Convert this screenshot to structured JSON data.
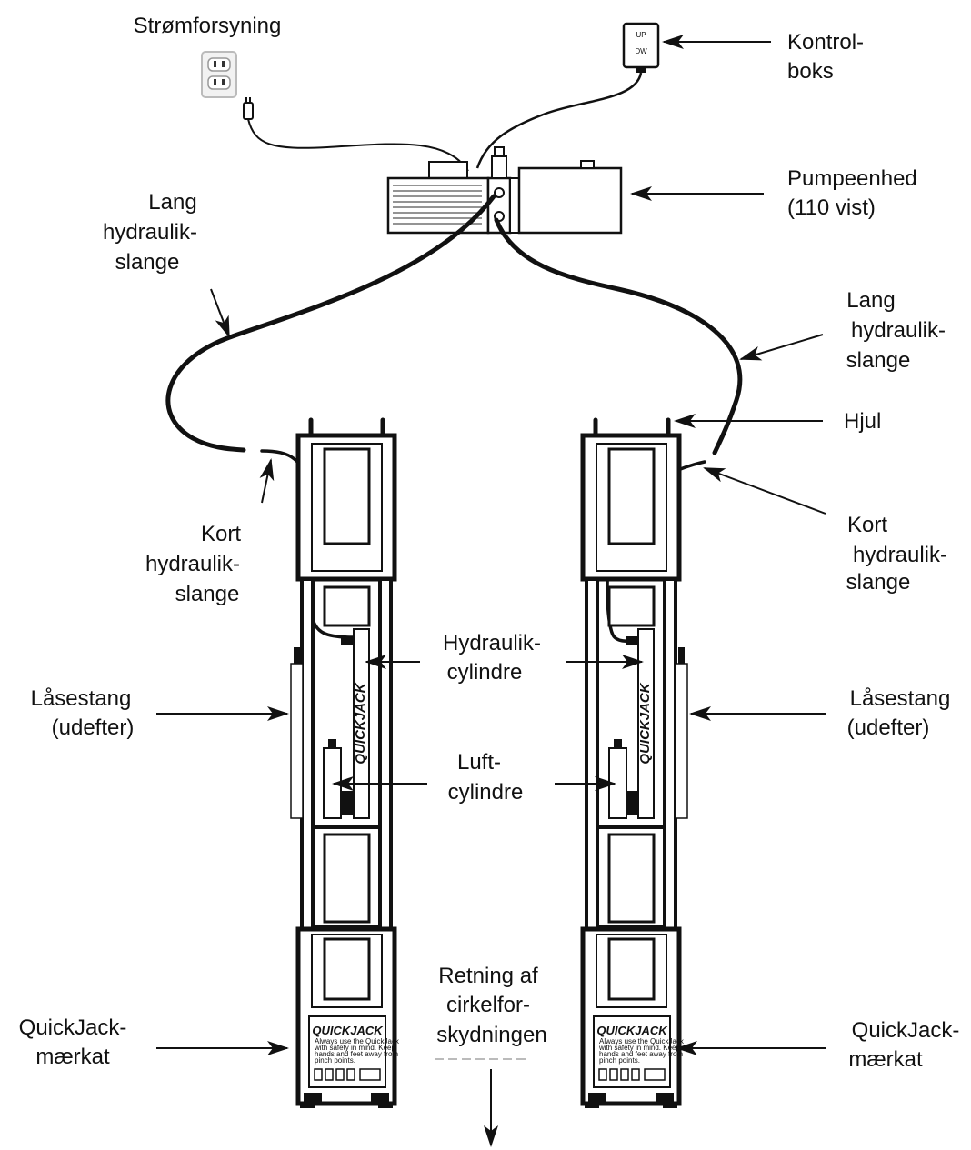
{
  "labels": {
    "power_supply": "Strømforsyning",
    "control_box": [
      "Kontrol-",
      "boks"
    ],
    "pump_unit": [
      "Pumpeenhed",
      "(110 vist)"
    ],
    "long_hose_left": [
      "Lang",
      "hydraulik-",
      "slange"
    ],
    "long_hose_right": [
      "Lang",
      "hydraulik-",
      "slange"
    ],
    "wheel": "Hjul",
    "short_hose_left": [
      "Kort",
      "hydraulik-",
      "slange"
    ],
    "short_hose_right": [
      "Kort",
      "hydraulik-",
      "slange"
    ],
    "hydraulic_cylinders": [
      "Hydraulik-",
      "cylindre"
    ],
    "lock_bar_left": [
      "Låsestang",
      "(udefter)"
    ],
    "lock_bar_right": [
      "Låsestang",
      "(udefter)"
    ],
    "air_cylinders": [
      "Luft-",
      "cylindre"
    ],
    "label_left": [
      "QuickJack-",
      "mærkat"
    ],
    "label_right": [
      "QuickJack-",
      "mærkat"
    ],
    "direction": [
      "Retning af",
      "cirkelfor-",
      "skydningen"
    ]
  },
  "control_box": {
    "up": "UP",
    "down": "DW"
  },
  "brand": {
    "cylinder_text": "QUICKJACK",
    "decal_title": "QUICKJACK",
    "decal_text": [
      "Always use the QuickJack",
      "with safety in mind. Keep",
      "hands and feet away from",
      "pinch points."
    ]
  }
}
